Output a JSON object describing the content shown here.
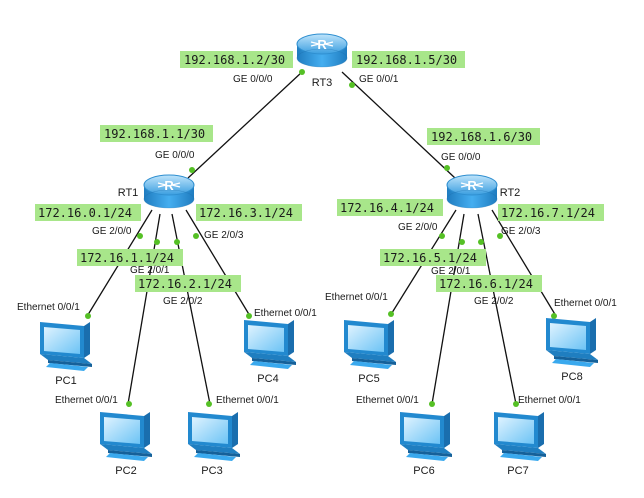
{
  "colors": {
    "ip_label_bg": "#a8e68a",
    "link": "#111111",
    "port_dot": "#55c025",
    "router_body": "#3da3e6",
    "pc_body": "#2ba0e8"
  },
  "icons": {
    "router": "router-icon",
    "pc": "pc-icon"
  },
  "devices": {
    "rt3": "RT3",
    "rt1": "RT1",
    "rt2": "RT2",
    "pc1": "PC1",
    "pc2": "PC2",
    "pc3": "PC3",
    "pc4": "PC4",
    "pc5": "PC5",
    "pc6": "PC6",
    "pc7": "PC7",
    "pc8": "PC8"
  },
  "ip_labels": {
    "rt3_ge000": "192.168.1.2/30",
    "rt3_ge001": "192.168.1.5/30",
    "rt1_ge000": "192.168.1.1/30",
    "rt2_ge000": "192.168.1.6/30",
    "rt1_ge200": "172.16.0.1/24",
    "rt1_ge201": "172.16.1.1/24",
    "rt1_ge202": "172.16.2.1/24",
    "rt1_ge203": "172.16.3.1/24",
    "rt2_ge200": "172.16.4.1/24",
    "rt2_ge201": "172.16.5.1/24",
    "rt2_ge202": "172.16.6.1/24",
    "rt2_ge203": "172.16.7.1/24"
  },
  "port_labels": {
    "rt3_ge000": "GE 0/0/0",
    "rt3_ge001": "GE 0/0/1",
    "rt1_ge000": "GE 0/0/0",
    "rt2_ge000": "GE 0/0/0",
    "rt1_ge200": "GE 2/0/0",
    "rt1_ge201": "GE 2/0/1",
    "rt1_ge202": "GE 2/0/2",
    "rt1_ge203": "GE 2/0/3",
    "rt2_ge200": "GE 2/0/0",
    "rt2_ge201": "GE 2/0/1",
    "rt2_ge202": "GE 2/0/2",
    "rt2_ge203": "GE 2/0/3",
    "pc1_eth": "Ethernet 0/0/1",
    "pc2_eth": "Ethernet 0/0/1",
    "pc3_eth": "Ethernet 0/0/1",
    "pc4_eth": "Ethernet 0/0/1",
    "pc5_eth": "Ethernet 0/0/1",
    "pc6_eth": "Ethernet 0/0/1",
    "pc7_eth": "Ethernet 0/0/1",
    "pc8_eth": "Ethernet 0/0/1"
  }
}
